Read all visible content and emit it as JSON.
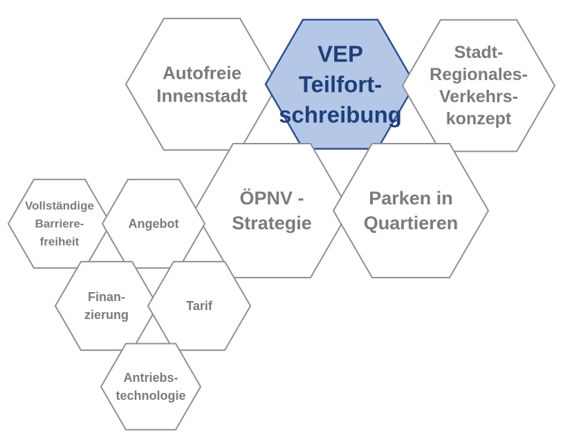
{
  "diagram": {
    "hexagons": [
      {
        "id": "autofreie-innenstadt",
        "lines": [
          "Autofreie",
          "Innenstadt"
        ],
        "highlight": false
      },
      {
        "id": "vep-teilfortschreibung",
        "lines": [
          "VEP",
          "Teilfort-",
          "schreibung"
        ],
        "highlight": true
      },
      {
        "id": "stadt-regionales-verkehrskonzept",
        "lines": [
          "Stadt-",
          "Regionales-",
          "Verkehrs-",
          "konzept"
        ],
        "highlight": false
      },
      {
        "id": "oepnv-strategie",
        "lines": [
          "ÖPNV -",
          "Strategie"
        ],
        "highlight": false
      },
      {
        "id": "parken-in-quartieren",
        "lines": [
          "Parken in",
          "Quartieren"
        ],
        "highlight": false
      },
      {
        "id": "vollstaendige-barrierefreiheit",
        "lines": [
          "Vollständige",
          "Barriere-",
          "freiheit"
        ],
        "highlight": false
      },
      {
        "id": "angebot",
        "lines": [
          "Angebot"
        ],
        "highlight": false
      },
      {
        "id": "finanzierung",
        "lines": [
          "Finan-",
          "zierung"
        ],
        "highlight": false
      },
      {
        "id": "tarif",
        "lines": [
          "Tarif"
        ],
        "highlight": false
      },
      {
        "id": "antriebstechnologie",
        "lines": [
          "Antriebs-",
          "technologie"
        ],
        "highlight": false
      }
    ]
  }
}
